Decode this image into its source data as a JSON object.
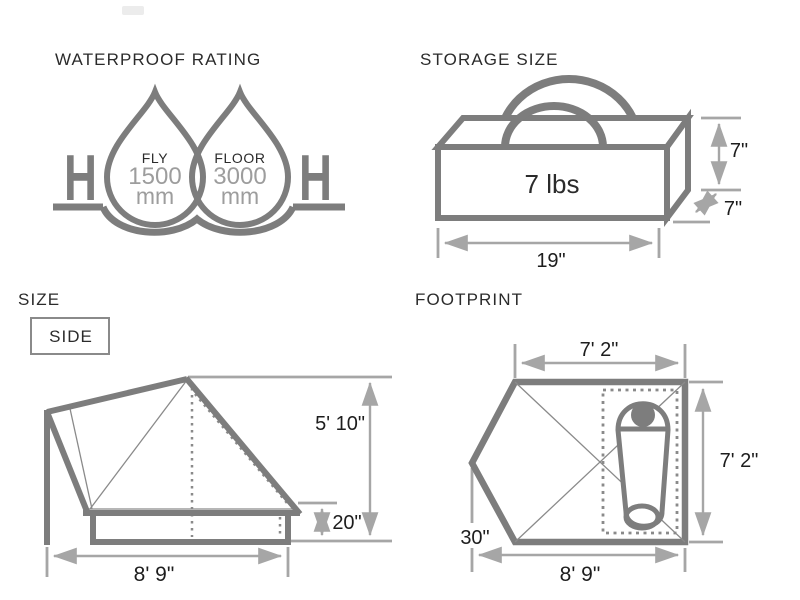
{
  "waterproof": {
    "title": "WATERPROOF RATING",
    "h_left": "H",
    "h_right": "H",
    "fly": {
      "label": "FLY",
      "value": "1500",
      "unit": "mm"
    },
    "floor": {
      "label": "FLOOR",
      "value": "3000",
      "unit": "mm"
    }
  },
  "storage": {
    "title": "STORAGE SIZE",
    "weight": "7 lbs",
    "height": "7\"",
    "depth": "7\"",
    "width": "19\""
  },
  "size": {
    "title": "SIZE",
    "view_label": "SIDE",
    "peak_height": "5' 10\"",
    "wall_height": "20\"",
    "width": "8' 9\""
  },
  "footprint": {
    "title": "FOOTPRINT",
    "inner_width": "7' 2\"",
    "depth": "7' 2\"",
    "vestibule_depth": "30\"",
    "width": "8' 9\""
  },
  "colors": {
    "outline_gray": "#7d7d7d",
    "dimension_gray": "#a6a6a6",
    "text_dark": "#2b2b2b",
    "value_gray": "#9d9d9d",
    "background": "#ffffff"
  }
}
